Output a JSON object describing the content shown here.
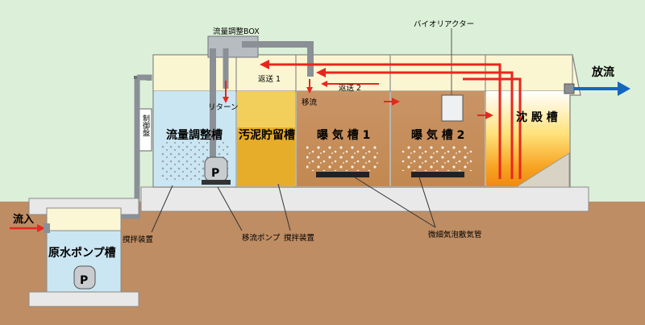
{
  "labels": {
    "flow_box": "流量調整BOX",
    "bioreactor": "バイオリアクター",
    "discharge": "放流",
    "inflow": "流入",
    "return1": "返送 1",
    "return2": "返送 2",
    "return_line": "リターン",
    "transfer": "移流",
    "control_panel": "制御盤",
    "tank_flow": "流量調整槽",
    "tank_sludge": "汚泥貯留槽",
    "tank_aer1": "曝 気 槽 1",
    "tank_aer2": "曝 気 槽 2",
    "tank_settle": "沈 殿 槽",
    "tank_pump": "原水ポンプ槽",
    "pump_mark": "P",
    "stirrer1": "撹拌装置",
    "transfer_pump": "移流ポンプ",
    "stirrer2": "撹拌装置",
    "diffuser": "微細気泡散気管"
  },
  "colors": {
    "background": "#dcefd8",
    "ground": "#bf8d63",
    "tank_frame": "#fbf7d4",
    "flow_water": "#cbe6f3",
    "sludge_water": "#e6ad2a",
    "aeration_water": "#c98f58",
    "arrow_red": "#e8261f",
    "arrow_blue": "#1565c0"
  }
}
